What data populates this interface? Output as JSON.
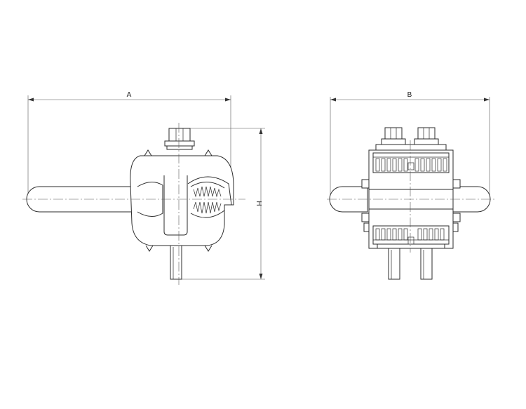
{
  "drawing": {
    "views": [
      {
        "name": "side-view",
        "dimension_label": "A"
      },
      {
        "name": "front-view",
        "dimension_label": "B"
      }
    ],
    "height_label": "H"
  },
  "colors": {
    "line": "#2b2b2b",
    "background": "#ffffff"
  }
}
